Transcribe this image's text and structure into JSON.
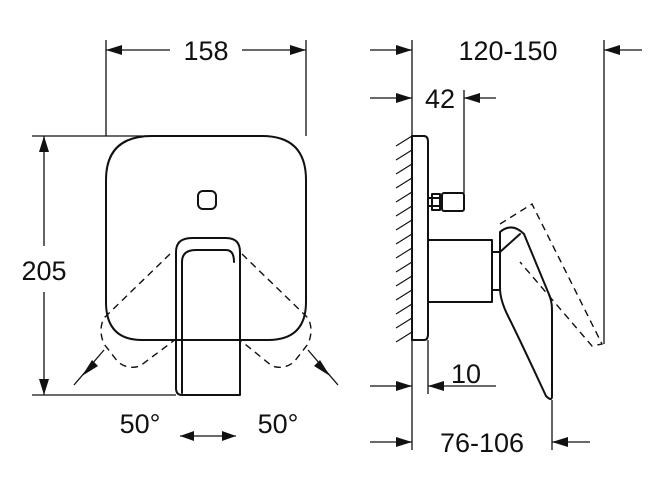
{
  "dimensions": {
    "front_width": "158",
    "front_height": "205",
    "angle_left": "50°",
    "angle_right": "50°",
    "projection_range": "120-150",
    "spindle": "42",
    "plate": "10",
    "depth_range": "76-106"
  }
}
